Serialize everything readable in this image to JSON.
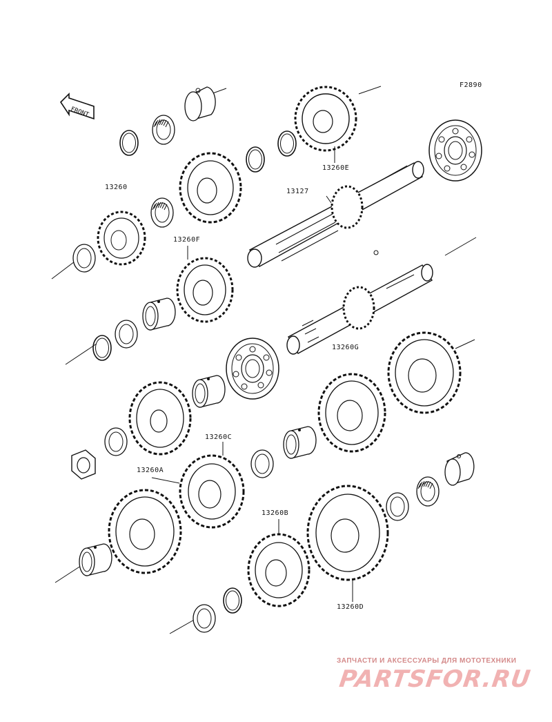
{
  "diagram_code": "F2890",
  "front_arrow": "FRONT",
  "labels": {
    "l13260": "13260",
    "l13260E": "13260E",
    "l13127": "13127",
    "l13260F": "13260F",
    "l13260G": "13260G",
    "l13260C": "13260C",
    "l13260A": "13260A",
    "l13260B": "13260B",
    "l13260D": "13260D"
  },
  "watermark": {
    "tagline": "ЗАПЧАСТИ И АКСЕССУАРЫ ДЛЯ МОТОТЕХНИКИ",
    "brand": "PARTSFOR.RU"
  }
}
